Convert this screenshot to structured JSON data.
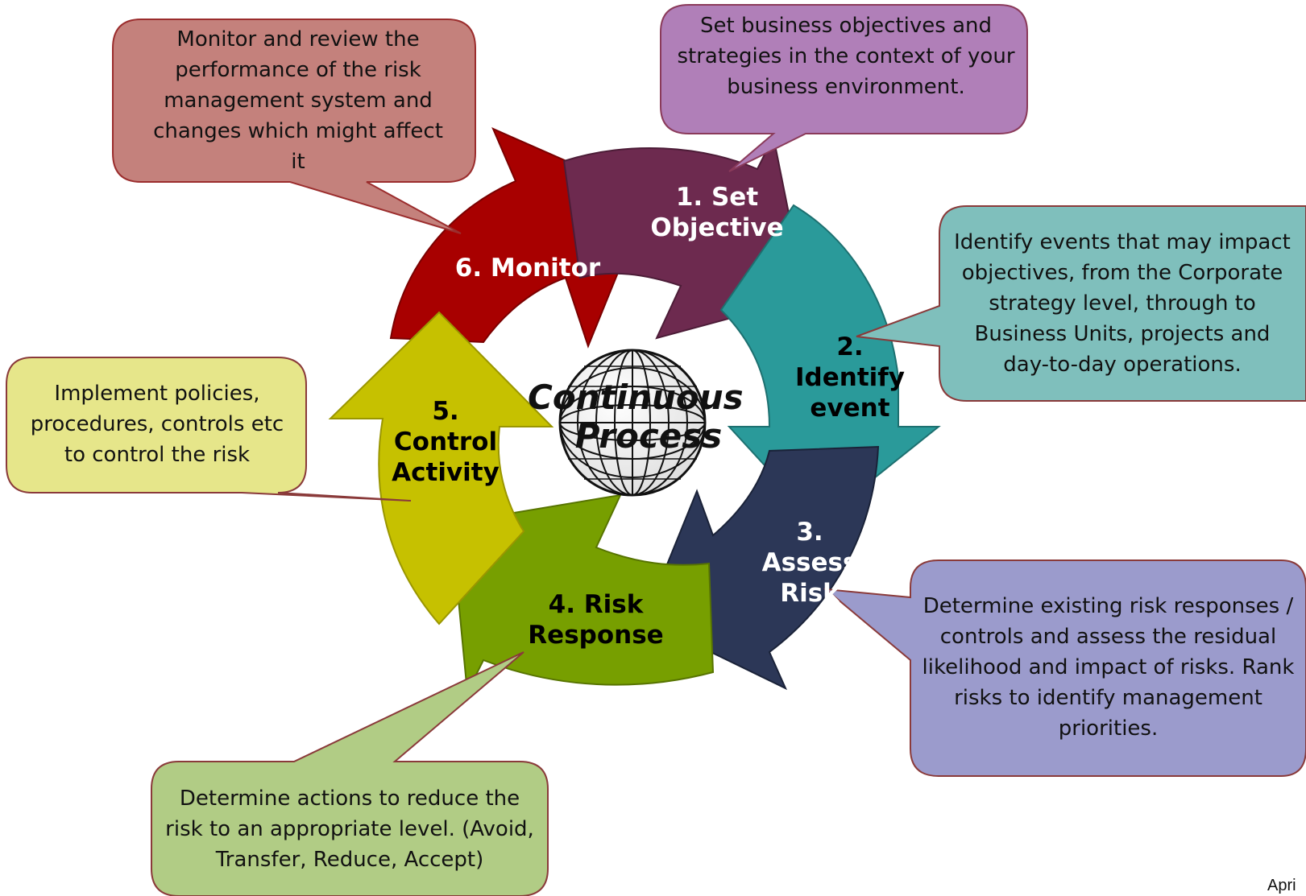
{
  "center": {
    "line1": "Continuous",
    "line2": "Process",
    "globe_icon": "wireframe-globe-icon"
  },
  "steps": [
    {
      "id": "set-objective",
      "number": "1. Set",
      "name": "Objective",
      "color": "#6d2a4f"
    },
    {
      "id": "identify-event",
      "number": "2.",
      "name": "Identify event",
      "color": "#2a9a9a"
    },
    {
      "id": "assess-risk",
      "number": "3.",
      "name": "Assess Risk",
      "color": "#2c3757"
    },
    {
      "id": "risk-response",
      "number": "4. Risk",
      "name": "Response",
      "color": "#779f00"
    },
    {
      "id": "control-activity",
      "number": "5.",
      "name": "Control Activity",
      "color": "#c6c100"
    },
    {
      "id": "monitor",
      "number": "6. Monitor",
      "name": "",
      "color": "#a80000"
    }
  ],
  "callouts": {
    "set_objective": {
      "text": "Set business objectives and strategies in the context of your business environment.",
      "color": "#b07fb8"
    },
    "identify_event": {
      "text": "Identify events that may impact objectives, from the Corporate strategy level, through to Business Units, projects and day-to-day operations.",
      "color": "#7fbfbc"
    },
    "assess_risk": {
      "text": "Determine existing risk responses / controls and assess the residual likelihood and impact of risks.  Rank risks to identify management priorities.",
      "color": "#9b9bcc"
    },
    "risk_response": {
      "text": "Determine actions to reduce the risk to an appropriate level.   (Avoid, Transfer, Reduce, Accept)",
      "color": "#b1cc85"
    },
    "control_activity": {
      "text": "Implement policies, procedures, controls etc to control the risk",
      "color": "#e6e68a"
    },
    "monitor": {
      "text": "Monitor and review the performance of the risk management system and changes which might affect it",
      "color": "#c4817c"
    }
  },
  "footer": {
    "text": "Apri"
  }
}
